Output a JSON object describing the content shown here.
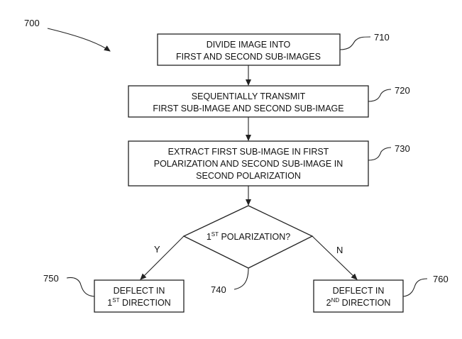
{
  "figure": {
    "ref": "700",
    "steps": [
      {
        "ref": "710",
        "lines": [
          "DIVIDE IMAGE INTO",
          "FIRST AND SECOND SUB-IMAGES"
        ]
      },
      {
        "ref": "720",
        "lines": [
          "SEQUENTIALLY TRANSMIT",
          "FIRST SUB-IMAGE AND SECOND SUB-IMAGE"
        ]
      },
      {
        "ref": "730",
        "lines": [
          "EXTRACT FIRST SUB-IMAGE IN FIRST",
          "POLARIZATION AND SECOND SUB-IMAGE IN",
          "SECOND POLARIZATION"
        ]
      }
    ],
    "decision": {
      "ref": "740",
      "num": "1",
      "sup": "ST",
      "rest": " POLARIZATION?",
      "yes_label": "Y",
      "no_label": "N"
    },
    "yes_box": {
      "ref": "750",
      "line1": "DEFLECT IN",
      "num": "1",
      "sup": "ST",
      "rest": " DIRECTION"
    },
    "no_box": {
      "ref": "760",
      "line1": "DEFLECT IN",
      "num": "2",
      "sup": "ND",
      "rest": " DIRECTION"
    }
  }
}
